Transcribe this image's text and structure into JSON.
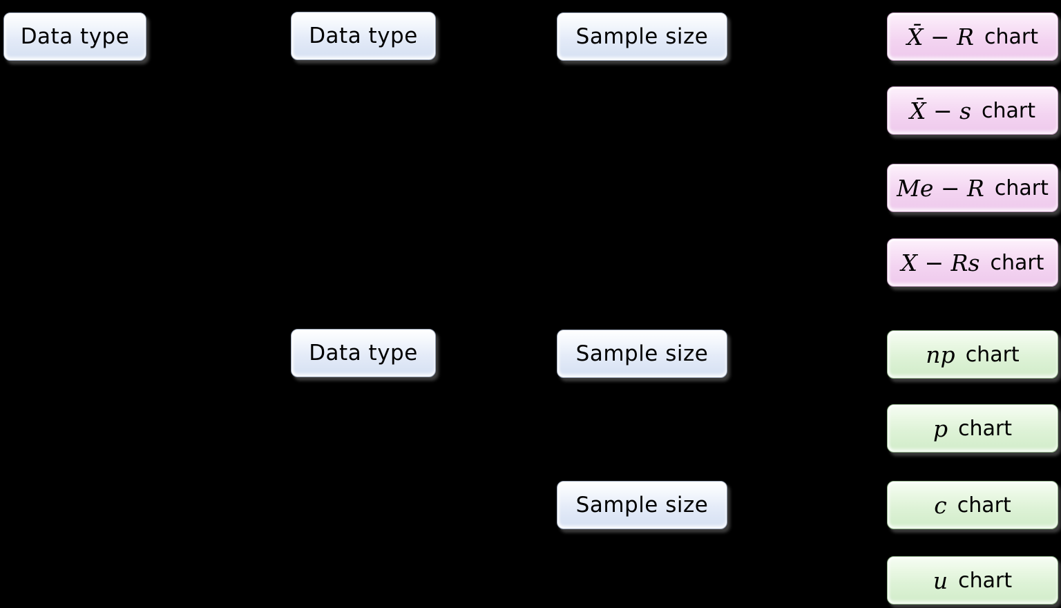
{
  "colors": {
    "background": "#000000",
    "decision_node_fill": "#e4ebf8",
    "variables_chart_fill": "#f3d4f1",
    "attributes_chart_fill": "#ddf2d6",
    "text": "#000000"
  },
  "decision_nodes": {
    "level1": [
      {
        "label": "Data type"
      }
    ],
    "level2": [
      {
        "label": "Data type"
      },
      {
        "label": "Data type"
      }
    ],
    "level3": [
      {
        "label": "Sample size"
      },
      {
        "label": "Sample size"
      },
      {
        "label": "Sample size"
      }
    ]
  },
  "chart_nodes": [
    {
      "symbol": "X̄ − R",
      "word": "chart",
      "group": "variables"
    },
    {
      "symbol": "X̄ − s",
      "word": "chart",
      "group": "variables"
    },
    {
      "symbol": "Me − R",
      "word": "chart",
      "group": "variables"
    },
    {
      "symbol": "X − Rs",
      "word": "chart",
      "group": "variables"
    },
    {
      "symbol": "np",
      "word": "chart",
      "group": "attributes"
    },
    {
      "symbol": "p",
      "word": "chart",
      "group": "attributes"
    },
    {
      "symbol": "c",
      "word": "chart",
      "group": "attributes"
    },
    {
      "symbol": "u",
      "word": "chart",
      "group": "attributes"
    }
  ]
}
